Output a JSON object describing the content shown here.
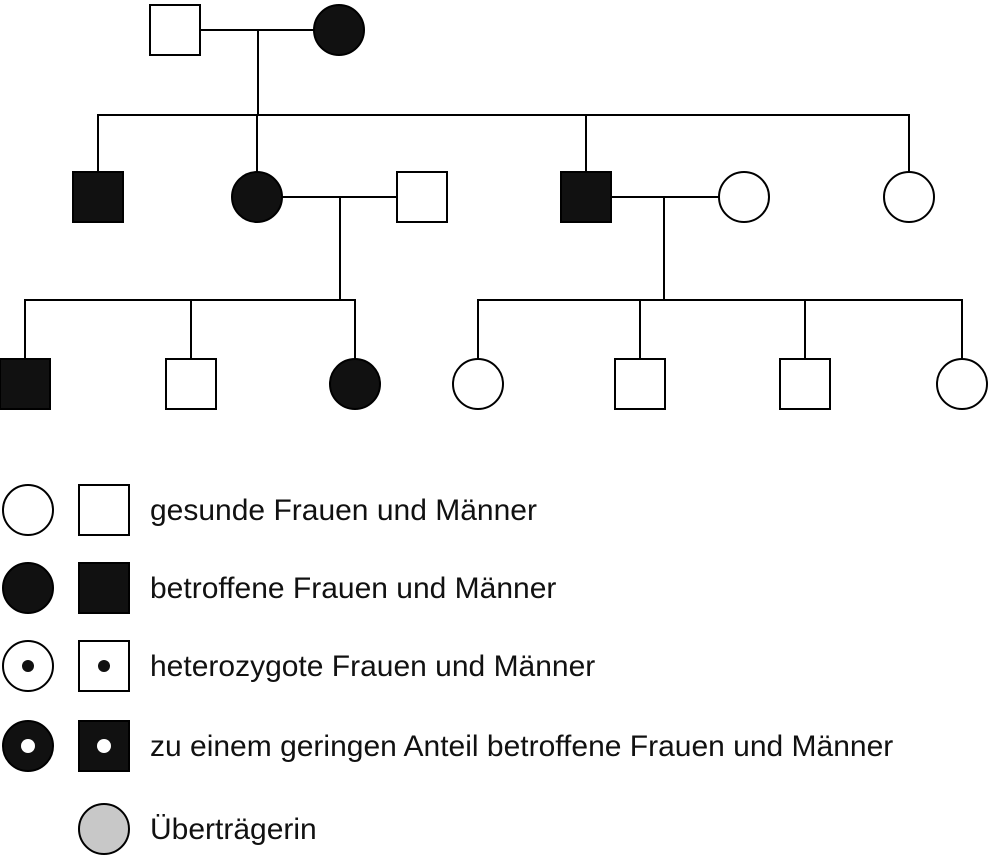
{
  "colors": {
    "line": "#000000",
    "affected": "#111111",
    "healthy": "#ffffff",
    "carrier": "#c8c8c8"
  },
  "pedigree": {
    "generations": [
      [
        {
          "id": "g1-father",
          "sex": "male",
          "status": "healthy"
        },
        {
          "id": "g1-mother",
          "sex": "female",
          "status": "affected"
        }
      ],
      [
        {
          "id": "g2-son-1",
          "sex": "male",
          "status": "affected"
        },
        {
          "id": "g2-daughter-1",
          "sex": "female",
          "status": "affected"
        },
        {
          "id": "g2-husband",
          "sex": "male",
          "status": "healthy"
        },
        {
          "id": "g2-son-2",
          "sex": "male",
          "status": "affected"
        },
        {
          "id": "g2-wife",
          "sex": "female",
          "status": "healthy"
        },
        {
          "id": "g2-daughter-2",
          "sex": "female",
          "status": "healthy"
        }
      ],
      [
        {
          "id": "g3-a-son-1",
          "sex": "male",
          "status": "affected"
        },
        {
          "id": "g3-a-son-2",
          "sex": "male",
          "status": "healthy"
        },
        {
          "id": "g3-a-daughter",
          "sex": "female",
          "status": "affected"
        },
        {
          "id": "g3-b-daughter-1",
          "sex": "female",
          "status": "healthy"
        },
        {
          "id": "g3-b-son-1",
          "sex": "male",
          "status": "healthy"
        },
        {
          "id": "g3-b-son-2",
          "sex": "male",
          "status": "healthy"
        },
        {
          "id": "g3-b-daughter-2",
          "sex": "female",
          "status": "healthy"
        }
      ]
    ],
    "couples": [
      {
        "partners": [
          "g1-father",
          "g1-mother"
        ],
        "children": [
          "g2-son-1",
          "g2-daughter-1",
          "g2-son-2",
          "g2-daughter-2"
        ]
      },
      {
        "partners": [
          "g2-daughter-1",
          "g2-husband"
        ],
        "children": [
          "g3-a-son-1",
          "g3-a-son-2",
          "g3-a-daughter"
        ]
      },
      {
        "partners": [
          "g2-son-2",
          "g2-wife"
        ],
        "children": [
          "g3-b-daughter-1",
          "g3-b-son-1",
          "g3-b-son-2",
          "g3-b-daughter-2"
        ]
      }
    ]
  },
  "legend": [
    {
      "label": "gesunde Frauen und Männer",
      "female": "healthy",
      "male": "healthy"
    },
    {
      "label": "betroffene Frauen und Männer",
      "female": "affected",
      "male": "affected"
    },
    {
      "label": "heterozygote Frauen und Männer",
      "female": "heterozygous",
      "male": "heterozygous"
    },
    {
      "label": "zu einem geringen Anteil betroffene Frauen und Männer",
      "female": "minor",
      "male": "minor"
    },
    {
      "label": "Überträgerin",
      "female": "carrier",
      "male": null
    }
  ]
}
